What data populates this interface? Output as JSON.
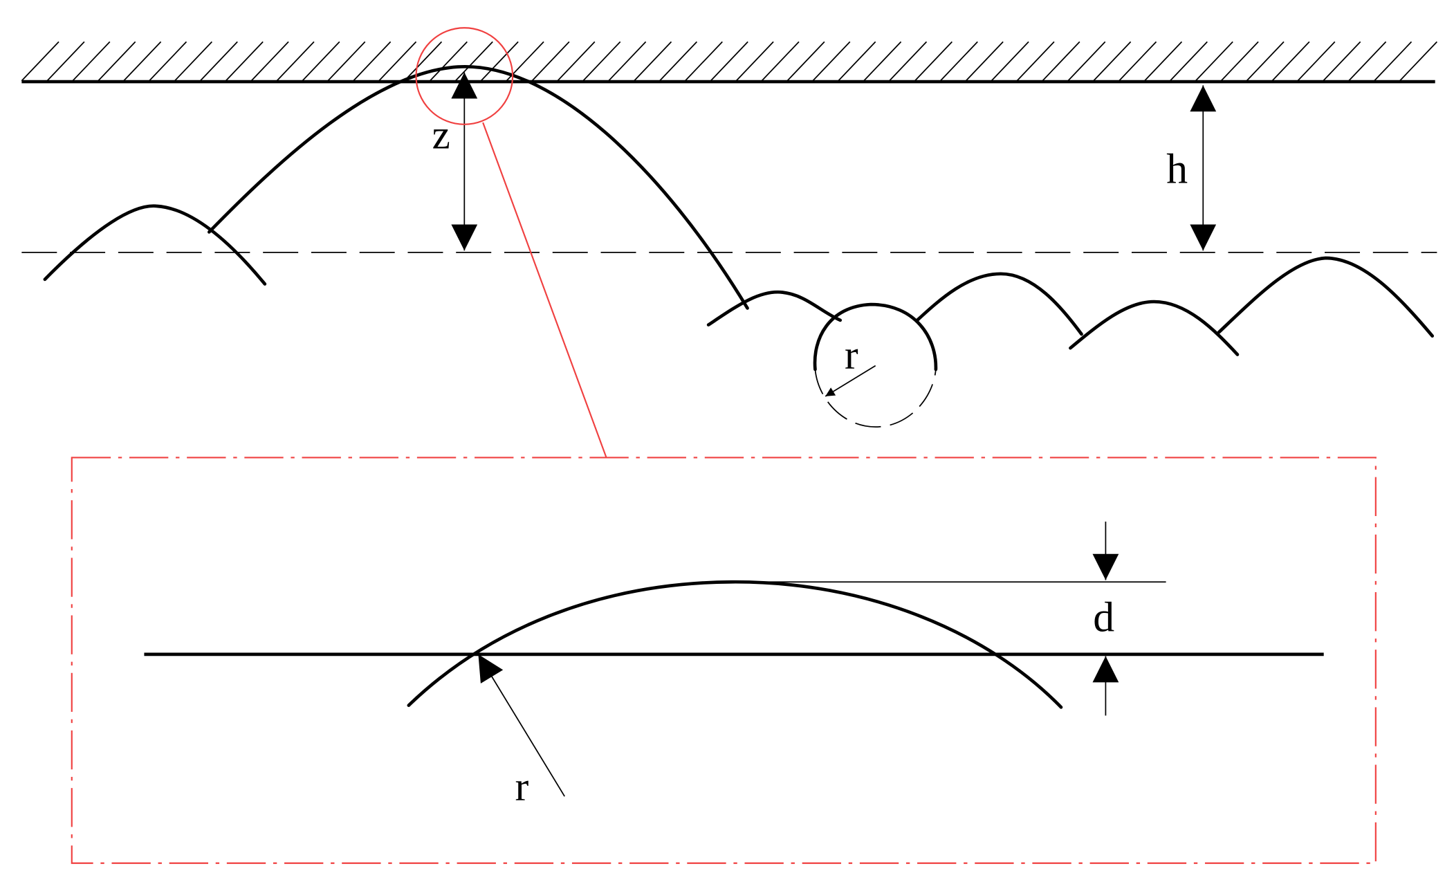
{
  "labels": {
    "z": "z",
    "h": "h",
    "r_top": "r",
    "d": "d",
    "r_bottom": "r"
  },
  "colors": {
    "stroke": "#000000",
    "highlight": "#f04040",
    "background": "#ffffff"
  }
}
